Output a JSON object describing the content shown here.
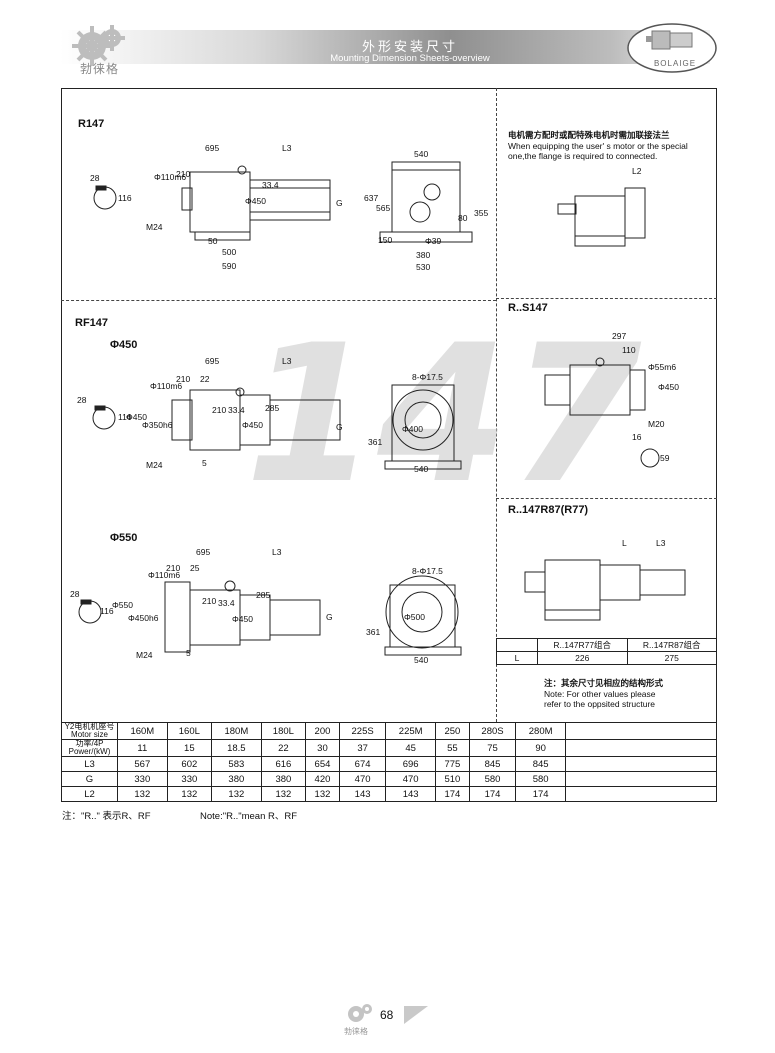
{
  "header": {
    "title_cn": "外形安装尺寸",
    "title_en": "Mounting Dimension Sheets-overview",
    "logo_left_text": "勃徕格",
    "logo_right_text": "BOLAIGE"
  },
  "watermark": "147",
  "sections": {
    "r147": {
      "label": "R147",
      "dims": [
        "695",
        "L3",
        "540",
        "28",
        "Φ110m6",
        "210",
        "116",
        "33.4",
        "Φ450",
        "G",
        "637",
        "565",
        "80",
        "355",
        "M24",
        "50",
        "500",
        "590",
        "150",
        "Φ39",
        "380",
        "530"
      ]
    },
    "rf147": {
      "label": "RF147",
      "phi450": {
        "label": "Φ450",
        "dims": [
          "695",
          "L3",
          "210",
          "22",
          "8-Φ17.5",
          "Φ110m6",
          "28",
          "116",
          "Φ450",
          "Φ350h6",
          "210",
          "33.4",
          "285",
          "Φ450",
          "G",
          "Φ400",
          "361",
          "M24",
          "5",
          "540"
        ]
      },
      "phi550": {
        "label": "Φ550",
        "dims": [
          "695",
          "L3",
          "210",
          "25",
          "8-Φ17.5",
          "Φ110m6",
          "28",
          "116",
          "Φ550",
          "Φ450h6",
          "210",
          "33.4",
          "Φ450",
          "285",
          "G",
          "Φ500",
          "361",
          "M24",
          "5",
          "540"
        ]
      }
    },
    "flange_note": {
      "cn": "电机需方配时或配特殊电机时需加联接法兰",
      "en_line1": "When equipping the user' s motor or the special",
      "en_line2": "one,the flange is required to connected.",
      "dims": [
        "L2"
      ]
    },
    "rs147": {
      "label": "R..S147",
      "dims": [
        "297",
        "110",
        "Φ55m6",
        "Φ450",
        "M20",
        "16",
        "59"
      ]
    },
    "r147r87": {
      "label": "R..147R87(R77)",
      "dims": [
        "L",
        "L3"
      ],
      "combo_table": {
        "headers": [
          "",
          "R..147R77组合",
          "R..147R87组合"
        ],
        "row": [
          "L",
          "226",
          "275"
        ]
      },
      "note_cn": "注：其余尺寸见相应的结构形式",
      "note_en_line1": "Note: For other values please",
      "note_en_line2": "refer to the oppsited structure"
    }
  },
  "spec_table": {
    "header_label_line1": "Y2电机机座号",
    "header_label_line2": "Motor size",
    "power_label_line1": "功率/4P",
    "power_label_line2": "Power/(kW)",
    "motor_sizes": [
      "160M",
      "160L",
      "180M",
      "180L",
      "200",
      "225S",
      "225M",
      "250",
      "280S",
      "280M"
    ],
    "power": [
      "11",
      "15",
      "18.5",
      "22",
      "30",
      "37",
      "45",
      "55",
      "75",
      "90"
    ],
    "rows": [
      {
        "label": "L3",
        "values": [
          "567",
          "602",
          "583",
          "616",
          "654",
          "674",
          "696",
          "775",
          "845",
          "845"
        ]
      },
      {
        "label": "G",
        "values": [
          "330",
          "330",
          "380",
          "380",
          "420",
          "470",
          "470",
          "510",
          "580",
          "580"
        ]
      },
      {
        "label": "L2",
        "values": [
          "132",
          "132",
          "132",
          "132",
          "132",
          "143",
          "143",
          "174",
          "174",
          "174"
        ]
      }
    ]
  },
  "footnote": {
    "cn": "注：\"R..\" 表示R、RF",
    "en": "Note:\"R..\"mean R、RF"
  },
  "page": {
    "number": "68",
    "logo_text": "勃徕格"
  },
  "colors": {
    "header_gray": "#8f8f8f",
    "line": "#222222",
    "watermark": "#c8c8c8"
  }
}
